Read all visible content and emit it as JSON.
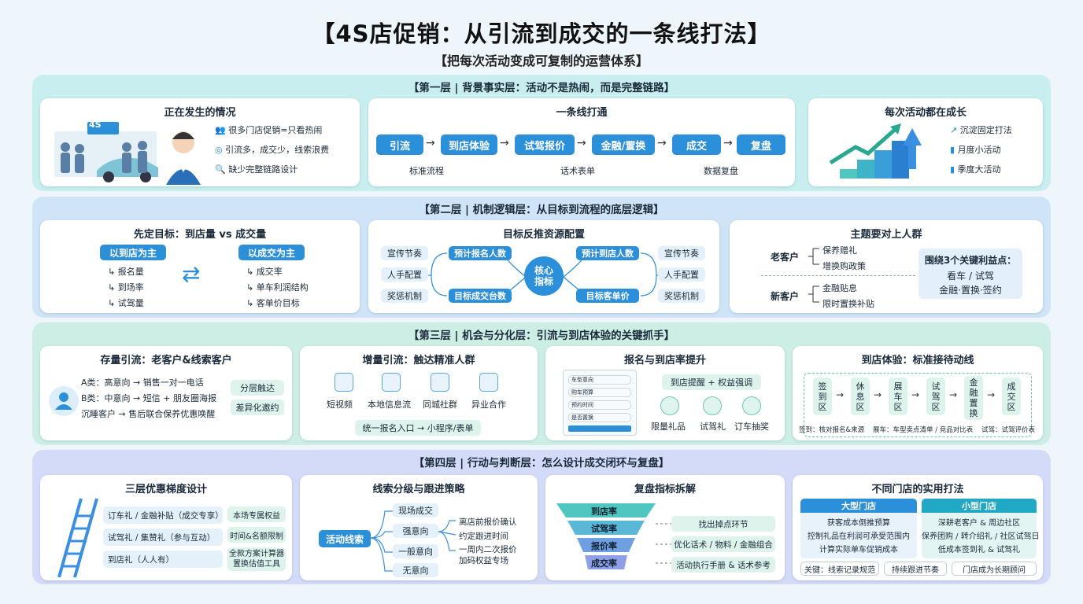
{
  "title": "【4S店促销：从引流到成交的一条线打法】",
  "subtitle": "【把每次活动变成可复制的运营体系】",
  "l1": {
    "header": "【第一层 | 背景事实层：活动不是热闹，而是完整链路】",
    "c1": {
      "title": "正在发生的情况",
      "sign": "4S",
      "items": [
        "很多门店促销=只看热闹",
        "引流多，成交少，线索浪费",
        "缺少完整链路设计"
      ]
    },
    "c2": {
      "title": "一条线打通",
      "steps": [
        "引流",
        "到店体验",
        "试驾报价",
        "金融/置换",
        "成交",
        "复盘"
      ],
      "subs": [
        "标准流程",
        "话术表单",
        "数据复盘"
      ]
    },
    "c3": {
      "title": "每次活动都在成长",
      "items": [
        "沉淀固定打法",
        "月度小活动",
        "季度大活动"
      ]
    }
  },
  "l2": {
    "header": "【第二层 | 机制逻辑层：从目标到流程的底层逻辑】",
    "c1": {
      "title": "先定目标：到店量 vs 成交量",
      "left_head": "以到店为主",
      "left": [
        "报名量",
        "到场率",
        "试驾量"
      ],
      "right_head": "以成交为主",
      "right": [
        "成交率",
        "单车利润结构",
        "客单价目标"
      ]
    },
    "c2": {
      "title": "目标反推资源配置",
      "center": "核心\n指标",
      "nodes": [
        "预计报名人数",
        "目标成交台数",
        "预计到店人数",
        "目标客单价"
      ],
      "left": [
        "宣传节奏",
        "人手配置",
        "奖惩机制"
      ],
      "right": [
        "宣传节奏",
        "人手配置",
        "奖惩机制"
      ]
    },
    "c3": {
      "title": "主题要对上人群",
      "old": "老客户",
      "old_items": [
        "保养赠礼",
        "增换购政策"
      ],
      "new": "新客户",
      "new_items": [
        "金融贴息",
        "限时置换补贴"
      ],
      "box_title": "围绕3个关键利益点：",
      "box_l1": "看车 / 试驾",
      "box_l2": "金融·置换·签约"
    }
  },
  "l3": {
    "header": "【第三层 | 机会与分化层：引流与到店体验的关键抓手】",
    "c1": {
      "title": "存量引流：老客户&线索客户",
      "lines": [
        "A类：高意向 → 销售一对一电话",
        "B类：中意向 → 短信 + 朋友圈海报",
        "沉睡客户 → 售后联合保养优惠唤醒"
      ],
      "tags": [
        "分层触达",
        "差异化邀约"
      ]
    },
    "c2": {
      "title": "增量引流：触达精准人群",
      "icons": [
        "短视频",
        "本地信息流",
        "同城社群",
        "异业合作"
      ],
      "bar": "统一报名入口 → 小程序/表单"
    },
    "c3": {
      "title": "报名与到店率提升",
      "form": [
        "车型意向",
        "购车预算",
        "预约时间",
        "是否置换"
      ],
      "tag": "到店提醒 + 权益强调",
      "icons": [
        "限量礼品",
        "试驾礼",
        "订车抽奖"
      ]
    },
    "c4": {
      "title": "到店体验：标准接待动线",
      "steps": [
        "签到区",
        "休息区",
        "展车区",
        "试驾区",
        "金融置换",
        "成交区"
      ],
      "notes": [
        "签到：核对报名&来源",
        "展车：车型卖点清单 / 竞品对比表",
        "试驾：试驾评价表"
      ]
    }
  },
  "l4": {
    "header": "【第四层 | 行动与判断层：怎么设计成交闭环与复盘】",
    "c1": {
      "title": "三层优惠梯度设计",
      "rows": [
        "订车礼 / 金融补贴（成交专享）",
        "试驾礼 / 集赞礼（参与互动）",
        "到店礼（人人有）"
      ],
      "right": [
        "本场专属权益",
        "时间&名额限制",
        "全款方案计算器\n置换估值工具"
      ]
    },
    "c2": {
      "title": "线索分级与跟进策略",
      "source": "活动线索",
      "levels": [
        "现场成交",
        "强意向",
        "一般意向",
        "无意向"
      ],
      "actions": [
        "离店前报价确认",
        "约定跟进时间",
        "一周内二次报价\n加码权益专场"
      ]
    },
    "c3": {
      "title": "复盘指标拆解",
      "funnel": [
        "到店率",
        "试驾率",
        "报价率",
        "成交率"
      ],
      "actions": [
        "找出掉点环节",
        "优化话术 / 物料 / 金融组合",
        "活动执行手册 & 话术参考"
      ]
    },
    "c4": {
      "title": "不同门店的实用打法",
      "big": "大型门店",
      "big_items": [
        "获客成本倒推预算",
        "控制礼品在利润可承受范围内",
        "计算实际单车促销成本"
      ],
      "small": "小型门店",
      "small_items": [
        "深耕老客户 & 周边社区",
        "保养团购 / 转介绍礼 / 社区试驾日",
        "低成本签到礼 & 试驾礼"
      ],
      "tags": [
        "关键：线索记录规范",
        "持续跟进节奏",
        "门店成为长期顾问"
      ]
    }
  },
  "colors": {
    "accent": "#2b8fd9",
    "teal": "#21a8c4"
  }
}
